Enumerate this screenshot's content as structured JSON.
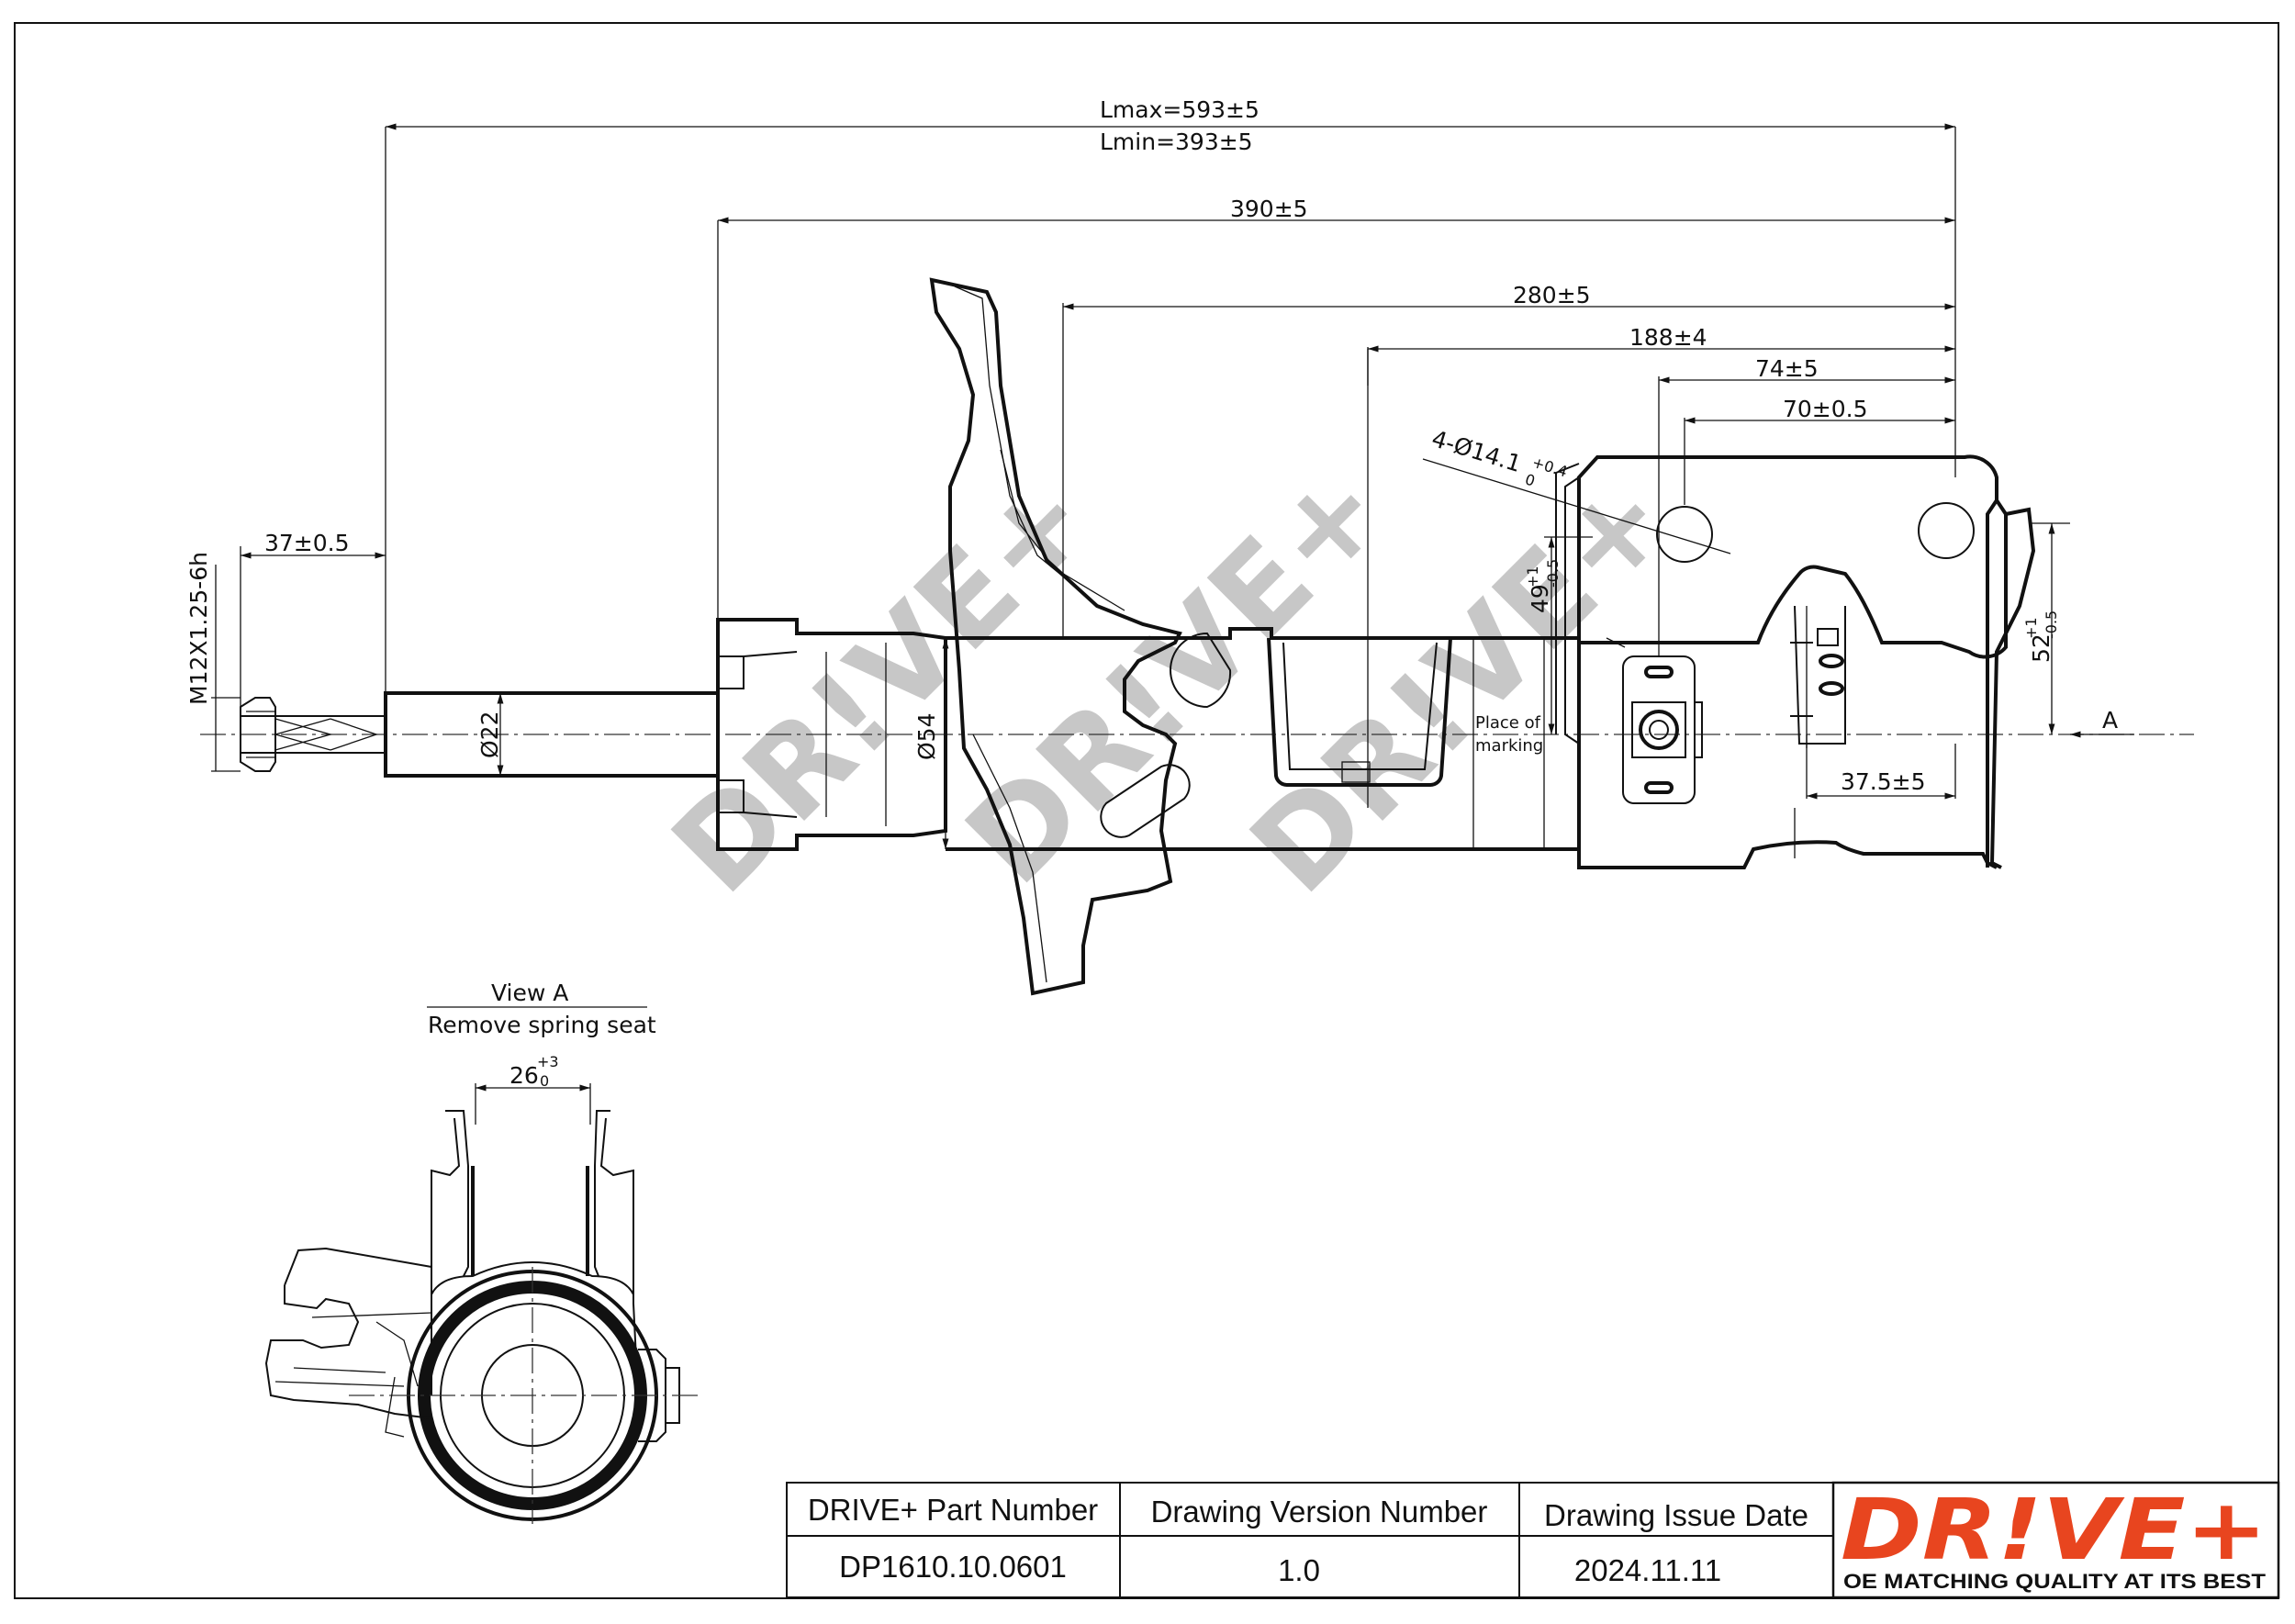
{
  "dimensions": {
    "lmax": "Lmax=593±5",
    "lmin": "Lmin=393±5",
    "d390": "390±5",
    "d280": "280±5",
    "d188": "188±4",
    "d74": "74±5",
    "d70": "70±0.5",
    "holes_main": "4-Ø14.1",
    "holes_upper": "+0.4",
    "holes_lower": "0",
    "d37": "37±0.5",
    "thread": "M12X1.25-6h",
    "dia22": "Ø22",
    "dia54": "Ø54",
    "d49_main": "49",
    "d49_upper": "+1",
    "d49_lower": "-0.5",
    "d52_main": "52",
    "d52_upper": "+1",
    "d52_lower": "-0.5",
    "d375": "37.5±5",
    "d26_main": "26",
    "d26_upper": "+3",
    "d26_lower": "0",
    "place_of": "Place of",
    "marking": "marking",
    "view_label": "A"
  },
  "view_a": {
    "title": "View A",
    "subtitle": "Remove spring seat"
  },
  "watermark": "DR!VE+",
  "title_block": {
    "part_number_header": "DRIVE+ Part Number",
    "version_header": "Drawing Version  Number",
    "date_header": "Drawing Issue Date",
    "part_number": "DP1610.10.0601",
    "version": "1.0",
    "date": "2024.11.11"
  },
  "logo": {
    "brand": "DR!VE+",
    "tagline": "OE MATCHING QUALITY AT ITS BEST",
    "brand_color": "#e8451f"
  }
}
